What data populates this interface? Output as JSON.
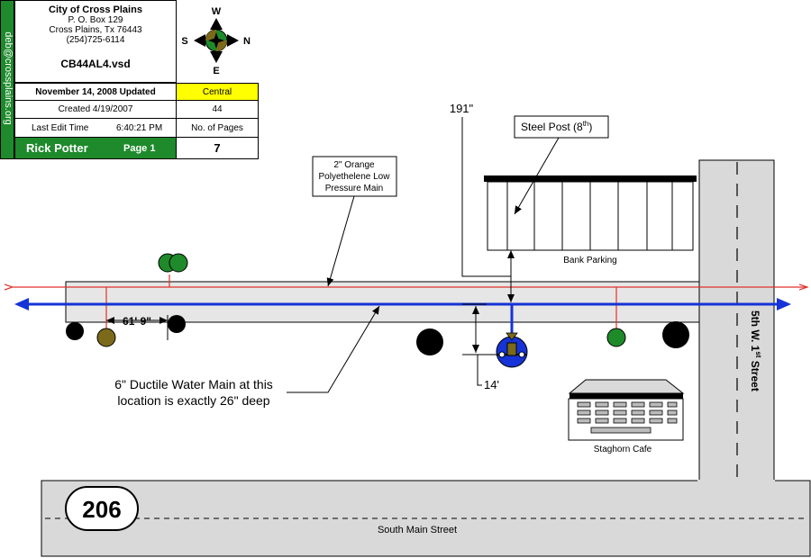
{
  "title_block": {
    "org_name": "City of Cross Plains",
    "po_box": "P. O. Box 129",
    "city_state": "Cross Plains, Tx  76443",
    "phone": "(254)725-6114",
    "filename": "CB44AL4.vsd",
    "email": "deb@crossplains.org",
    "updated": "November 14, 2008 Updated",
    "zone": "Central",
    "created": "Created 4/19/2007",
    "map_number": "44",
    "last_edit_label": "Last Edit Time",
    "last_edit_time": "6:40:21 PM",
    "pages_label": "No. of Pages",
    "author": "Rick Potter",
    "page": "Page 1",
    "pages": "7"
  },
  "compass": {
    "north": "W",
    "east": "N",
    "south": "E",
    "west": "S"
  },
  "labels": {
    "gas_main_note": [
      "2\" Orange",
      "Polyethelene Low",
      "Pressure Main"
    ],
    "steel_post_main": "Steel Post (8",
    "steel_post_sup": "th",
    "steel_post_end": ")",
    "dim_191": "191\"",
    "bank_parking": "Bank Parking",
    "dim_61_9": "61' 9\"",
    "dim_14": "14'",
    "water_note": [
      "6\" Ductile Water Main at this",
      "location is exactly 26\" deep"
    ],
    "staghorn": "Staghorn Cafe",
    "route_number": "206",
    "south_main": "South Main Street",
    "fifth_street_a": "5th W. 1",
    "fifth_street_sup": "st",
    "fifth_street_b": " Street"
  },
  "colors": {
    "water_main": "#1533d6",
    "gas_main": "#e0322a",
    "sidebar": "#1e8a2c",
    "zone_highlight": "#ffff00",
    "street_fill": "#d9d9d9",
    "tree_green": "#1f8a2a",
    "tree_olive": "#7a6a1a"
  }
}
